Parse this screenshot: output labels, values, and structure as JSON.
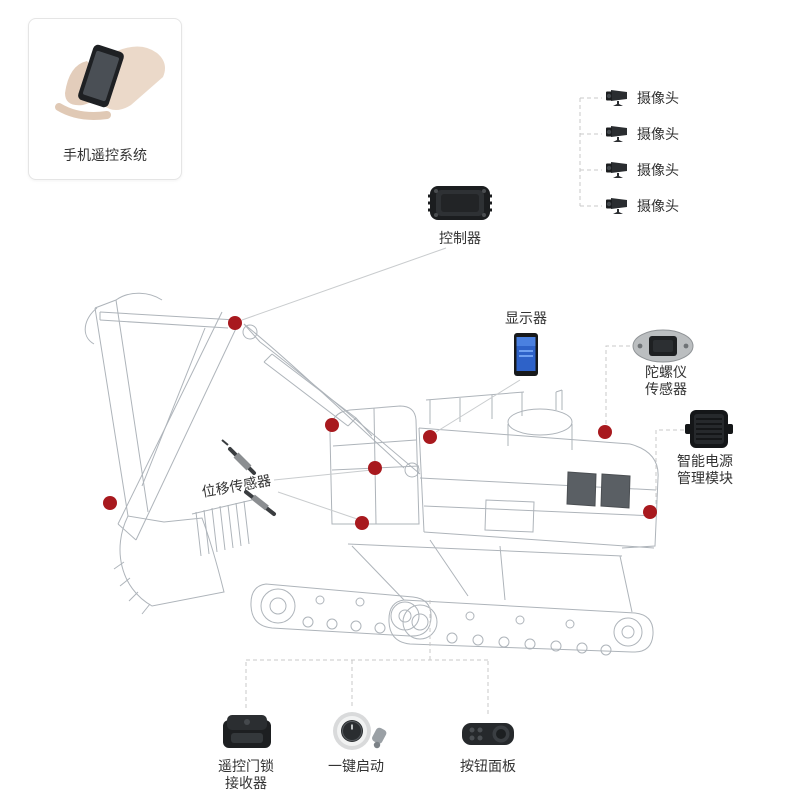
{
  "phone_card": {
    "label": "手机遥控系统"
  },
  "cameras": {
    "items": [
      "摄像头",
      "摄像头",
      "摄像头",
      "摄像头"
    ]
  },
  "controller": {
    "label": "控制器"
  },
  "display": {
    "label": "显示器"
  },
  "gyro": {
    "line1": "陀螺仪",
    "line2": "传感器"
  },
  "power": {
    "line1": "智能电源",
    "line2": "管理模块"
  },
  "displacement": {
    "label": "位移传感器"
  },
  "lock": {
    "line1": "遥控门锁",
    "line2": "接收器"
  },
  "start": {
    "label": "一键启动"
  },
  "panel": {
    "label": "按钮面板"
  },
  "colors": {
    "marker": "#A8191E",
    "connector": "#C9C9C9",
    "leader": "#C9CCCE",
    "sketch": "#AEB4BA"
  }
}
